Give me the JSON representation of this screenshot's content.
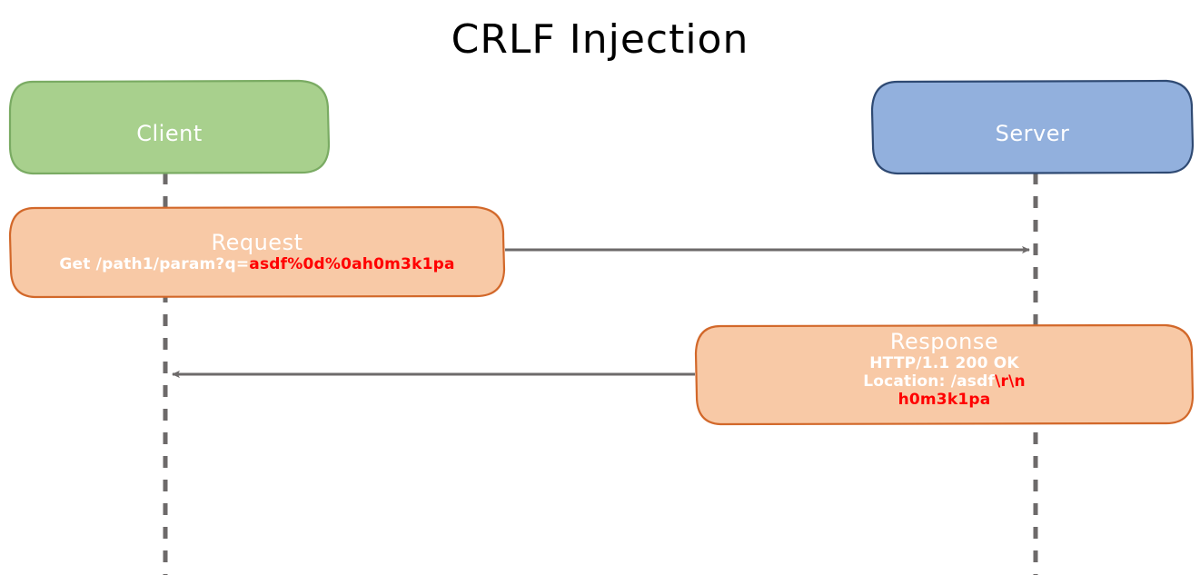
{
  "diagram": {
    "title": "CRLF Injection",
    "type": "sequence-diagram",
    "background": "#ffffff",
    "colors": {
      "client_fill": "#a8d08d",
      "client_stroke": "#7aab63",
      "server_fill": "#92b0dd",
      "server_stroke": "#2f4a73",
      "message_fill": "#f8c9a6",
      "message_stroke": "#d2682a",
      "lifeline": "#6d6a6a",
      "arrow": "#6d6a6a",
      "label_text": "#ffffff",
      "injection_text": "#ff0000",
      "title_text": "#000000"
    },
    "lanes": [
      {
        "id": "client",
        "label": "Client"
      },
      {
        "id": "server",
        "label": "Server"
      }
    ],
    "messages": [
      {
        "id": "request",
        "title": "Request",
        "direction": "client-to-server",
        "lines": [
          {
            "normal": "Get /path1/param?q=",
            "injected": "asdf%0d%0ah0m3k1pa"
          }
        ]
      },
      {
        "id": "response",
        "title": "Response",
        "direction": "server-to-client",
        "lines": [
          {
            "normal": "HTTP/1.1 200 OK",
            "injected": ""
          },
          {
            "normal": "Location: /asdf",
            "injected": "\\r\\n"
          },
          {
            "normal": "",
            "injected": "h0m3k1pa"
          }
        ]
      }
    ]
  }
}
